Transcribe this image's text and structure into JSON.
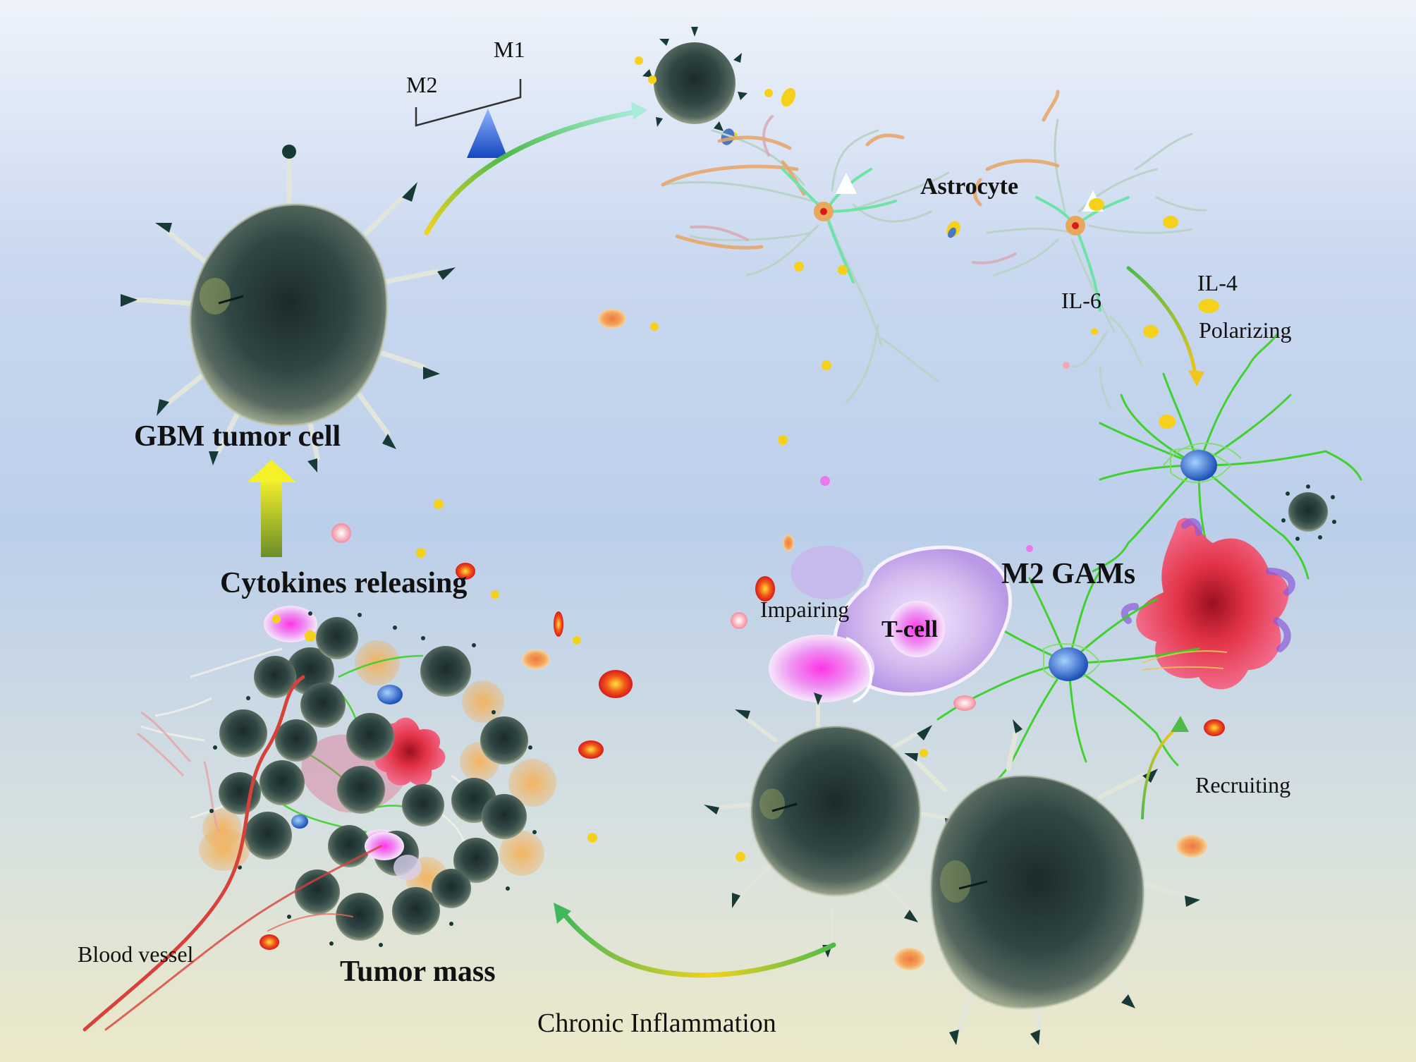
{
  "labels": {
    "m1": "M1",
    "m2": "M2",
    "gbm_tumor_cell": "GBM tumor cell",
    "astrocyte": "Astrocyte",
    "il6": "IL-6",
    "il4": "IL-4",
    "polarizing": "Polarizing",
    "cytokines_releasing": "Cytokines releasing",
    "m2_gams": "M2 GAMs",
    "impairing": "Impairing",
    "t_cell": "T-cell",
    "recruiting": "Recruiting",
    "blood_vessel": "Blood vessel",
    "tumor_mass": "Tumor mass",
    "chronic_inflammation": "Chronic Inflammation"
  },
  "colors": {
    "tumor_cell": "#2c4440",
    "tumor_cell_halo": "#8a9a82",
    "astrocyte_process": "#9ee6c0",
    "astrocyte_orange": "#e8a464",
    "gam_green": "#33d11c",
    "gam_nucleus": "#2f6fd6",
    "macrophage_red": "#e23246",
    "tcell_violet": "#c9a8ea",
    "pink_cell": "#e879ee",
    "orange_dot": "#f3a64a",
    "yellow_dot": "#f5d11c",
    "balance_triangle": "#1d5fd0",
    "arrow_green": "#2fb35f",
    "arrow_yellow": "#f2d21b"
  }
}
